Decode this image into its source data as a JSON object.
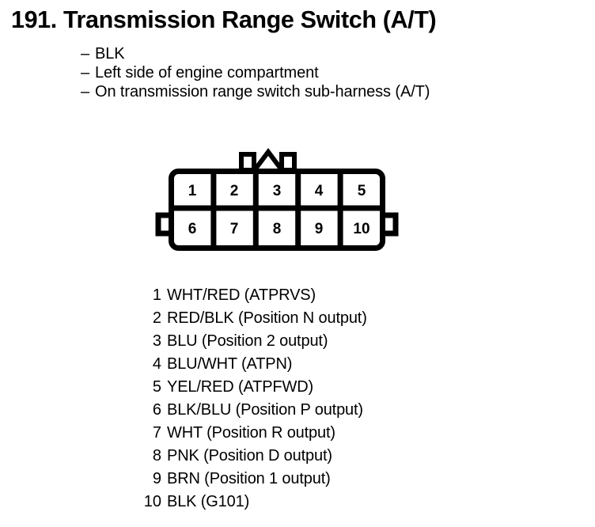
{
  "title": "191. Transmission Range Switch (A/T)",
  "notes": [
    {
      "dash": "–",
      "text": "BLK"
    },
    {
      "dash": "–",
      "text": "Left side of engine compartment"
    },
    {
      "dash": "–",
      "text": "On transmission range switch sub-harness (A/T)"
    }
  ],
  "connector": {
    "name": "10-pin-connector",
    "rows": [
      {
        "cells": [
          "1",
          "2",
          "3",
          "4",
          "5"
        ]
      },
      {
        "cells": [
          "6",
          "7",
          "8",
          "9",
          "10"
        ]
      }
    ],
    "stroke_color": "#000000",
    "fill_color": "#ffffff"
  },
  "pins": [
    {
      "number": "1",
      "desc": "WHT/RED (ATPRVS)"
    },
    {
      "number": "2",
      "desc": "RED/BLK (Position N output)"
    },
    {
      "number": "3",
      "desc": "BLU (Position 2 output)"
    },
    {
      "number": "4",
      "desc": "BLU/WHT (ATPN)"
    },
    {
      "number": "5",
      "desc": "YEL/RED (ATPFWD)"
    },
    {
      "number": "6",
      "desc": "BLK/BLU (Position P output)"
    },
    {
      "number": "7",
      "desc": "WHT (Position R output)"
    },
    {
      "number": "8",
      "desc": "PNK (Position D output)"
    },
    {
      "number": "9",
      "desc": "BRN (Position 1 output)"
    },
    {
      "number": "10",
      "desc": "BLK (G101)"
    }
  ]
}
